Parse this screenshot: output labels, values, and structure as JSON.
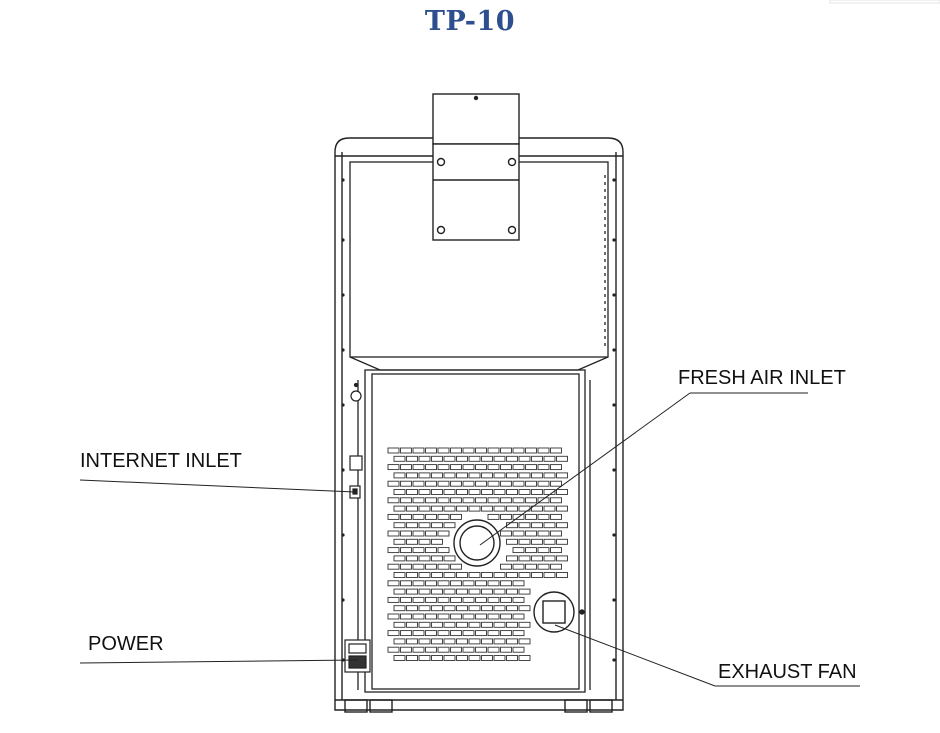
{
  "title": "TP-10",
  "labels": {
    "fresh_air_inlet": "FRESH AIR INLET",
    "internet_inlet": "INTERNET INLET",
    "power": "POWER",
    "exhaust_fan": "EXHAUST FAN"
  },
  "colors": {
    "title": "#2e4f8f",
    "line": "#222222"
  }
}
